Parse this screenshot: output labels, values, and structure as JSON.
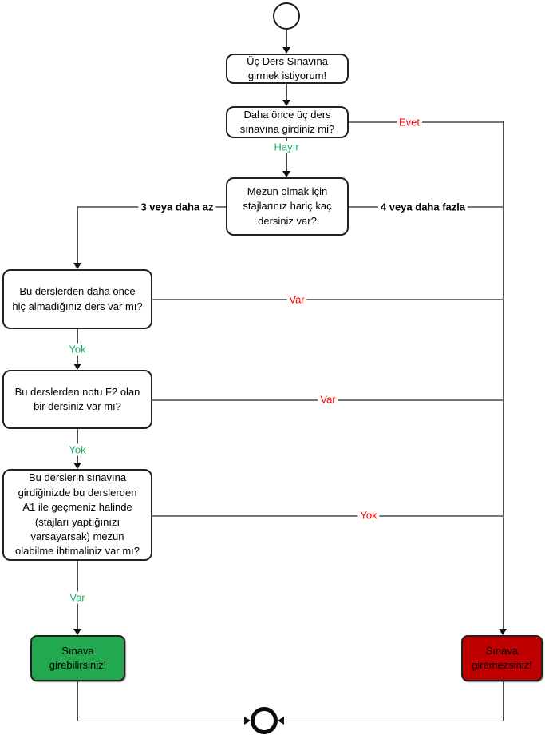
{
  "diagram": {
    "colors": {
      "green_box": "#22a84e",
      "red_box": "#c00000",
      "label_green": "#1db263",
      "label_red": "#ff0000"
    },
    "nodes": {
      "start": {
        "type": "start-circle"
      },
      "intro": {
        "text": "Üç Ders Sınavına\ngirmek istiyorum!"
      },
      "q_prior_exam": {
        "text": "Daha önce üç ders\nsınavına girdiniz mi?"
      },
      "q_courses_left": {
        "text": "Mezun olmak için\nstajlarınız hariç kaç\ndersiniz var?"
      },
      "q_never_taken": {
        "text": "Bu derslerden daha önce\nhiç almadığınız ders var mı?"
      },
      "q_f2_grade": {
        "text": "Bu derslerden notu F2 olan\nbir dersiniz var mı?"
      },
      "q_graduate_chance": {
        "text": "Bu derslerin sınavına\ngirdiğinizde bu derslerden\nA1 ile geçmeniz halinde\n(stajları yaptığınızı\nvarsayarsak) mezun\nolabilme ihtimaliniz var mı?"
      },
      "allowed": {
        "text": "Sınava\ngirebilirsiniz!"
      },
      "denied": {
        "text": "Sınava\ngiremezsiniz!"
      },
      "end": {
        "type": "end-circle"
      }
    },
    "edge_labels": {
      "evet": "Evet",
      "hayir": "Hayır",
      "three_or_less": "3 veya daha az",
      "four_or_more": "4 veya daha fazla",
      "var_never_taken": "Var",
      "yok_never_taken": "Yok",
      "var_f2": "Var",
      "yok_f2": "Yok",
      "yok_chance": "Yok",
      "var_chance": "Var"
    }
  }
}
